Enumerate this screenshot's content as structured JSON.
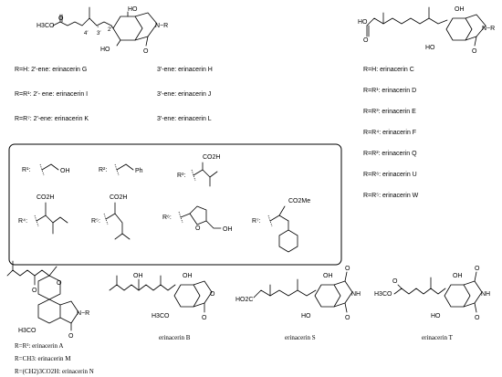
{
  "top_left": {
    "atoms": {
      "ome_ester": "H3CO",
      "oh_top": "HO",
      "oh_bottom": "HO",
      "n_r": "N−R",
      "o": "O",
      "o_ketone": "O"
    },
    "locants": {
      "p4": "4′",
      "p3": "3′",
      "p2": "2′"
    },
    "entries": [
      {
        "left": "R=H: 2′-ene: erinacerin G",
        "right": "3′-ene: erinacerin H"
      },
      {
        "left": "R=R¹: 2′- ene: erinacerin I",
        "right": "3′-ene: erinacerin J"
      },
      {
        "left": "R=R⁷: 2′-ene: erinacerin K",
        "right": "3′-ene: erinacerin L"
      }
    ]
  },
  "top_right": {
    "atoms": {
      "ho_acid": "HO",
      "o_acid": "O",
      "oh_top": "OH",
      "oh_bottom": "HO",
      "n_r": "N−R",
      "o": "O"
    },
    "entries": [
      "R=H: erinacerin C",
      "R=R¹: erinacerin D",
      "R=R³: erinacerin E",
      "R=R⁴: erinacerin F",
      "R=R²: erinacerin Q",
      "R=R⁶: erinacerin U",
      "R=R⁵: erinacerin W"
    ]
  },
  "r_groups": {
    "r1": {
      "label": "R¹:",
      "group": "OH"
    },
    "r2": {
      "label": "R²:",
      "group": "Ph"
    },
    "r3": {
      "label": "R³:",
      "group": "CO2H"
    },
    "r4": {
      "label": "R⁴:",
      "group": "CO2H"
    },
    "r5": {
      "label": "R⁵:",
      "group": "CO2H"
    },
    "r6": {
      "label": "R⁶:",
      "group": "OH",
      "ring_o": "O"
    },
    "r7": {
      "label": "R⁷:",
      "group": "CO2Me"
    }
  },
  "bottom": {
    "a": {
      "name": "erinacerin A",
      "atoms": {
        "o1": "O",
        "o2": "O",
        "nr": "N−R",
        "o3": "O",
        "h3co": "H3CO"
      },
      "entries": [
        "R=R²: erinacerin A",
        "R=CH3: erinacerin M",
        "R=(CH2)3CO2H: erinacerin N"
      ]
    },
    "b": {
      "name": "erinacerin B",
      "atoms": {
        "oh1": "OH",
        "oh2": "OH",
        "o1": "O",
        "o2": "O",
        "h3co": "H3CO"
      }
    },
    "s": {
      "name": "erinacerin S",
      "atoms": {
        "ho2c": "HO2C",
        "oh": "OH",
        "ho": "HO",
        "o1": "O",
        "nh": "NH",
        "o2": "O"
      }
    },
    "t": {
      "name": "erinacerin T",
      "atoms": {
        "h3co": "H3CO",
        "oh": "OH",
        "ho": "HO",
        "o1": "O",
        "nh": "NH",
        "o2": "O",
        "o3": "O"
      }
    }
  }
}
